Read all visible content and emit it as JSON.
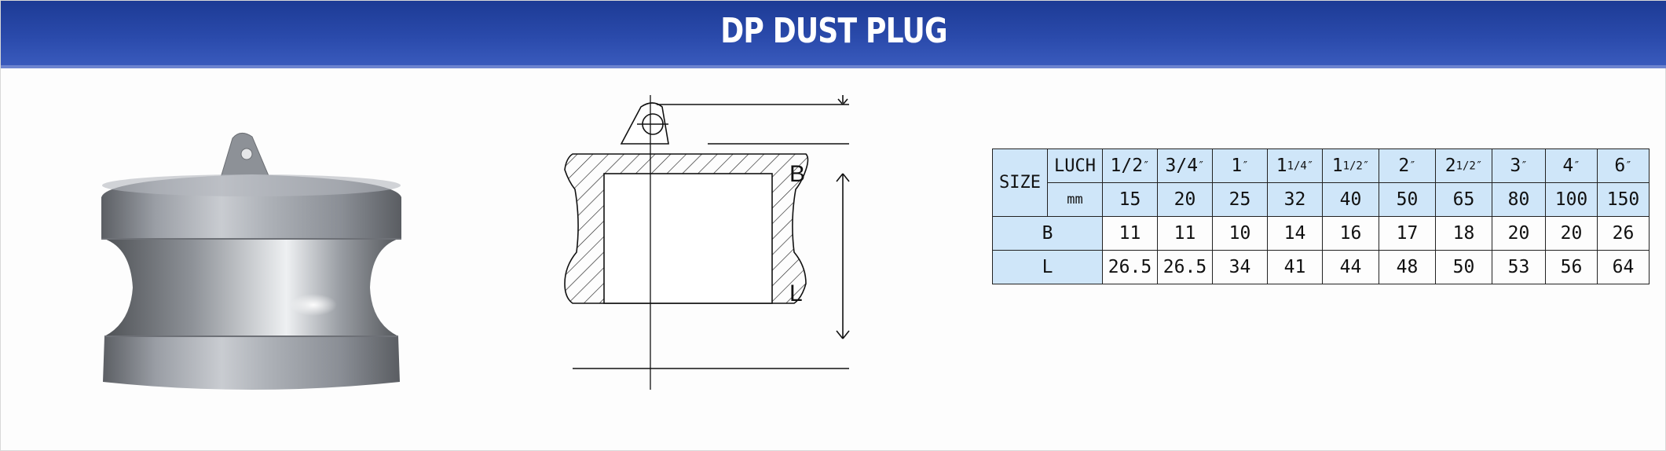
{
  "title": "DP DUST PLUG",
  "drawing": {
    "dim_b": "B",
    "dim_l": "L"
  },
  "table": {
    "size_label": "SIZE",
    "luch_label": "LUCH",
    "mm_label": "mm",
    "sizes": [
      {
        "whole": "1/2",
        "frac": "",
        "mark": "″"
      },
      {
        "whole": "3/4",
        "frac": "",
        "mark": "″"
      },
      {
        "whole": "1",
        "frac": "",
        "mark": "″"
      },
      {
        "whole": "1",
        "frac": "1/4",
        "mark": "″"
      },
      {
        "whole": "1",
        "frac": "1/2",
        "mark": "″"
      },
      {
        "whole": "2",
        "frac": "",
        "mark": "″"
      },
      {
        "whole": "2",
        "frac": "1/2",
        "mark": "″"
      },
      {
        "whole": "3",
        "frac": "",
        "mark": "″"
      },
      {
        "whole": "4",
        "frac": "",
        "mark": "″"
      },
      {
        "whole": "6",
        "frac": "",
        "mark": "″"
      }
    ],
    "mm": [
      "15",
      "20",
      "25",
      "32",
      "40",
      "50",
      "65",
      "80",
      "100",
      "150"
    ],
    "b_label": "B",
    "b": [
      "11",
      "11",
      "10",
      "14",
      "16",
      "17",
      "18",
      "20",
      "20",
      "26"
    ],
    "l_label": "L",
    "l": [
      "26.5",
      "26.5",
      "34",
      "41",
      "44",
      "48",
      "50",
      "53",
      "56",
      "64"
    ]
  },
  "colors": {
    "header": "#2a4aab",
    "table_header_fill": "#cfe6f9"
  }
}
